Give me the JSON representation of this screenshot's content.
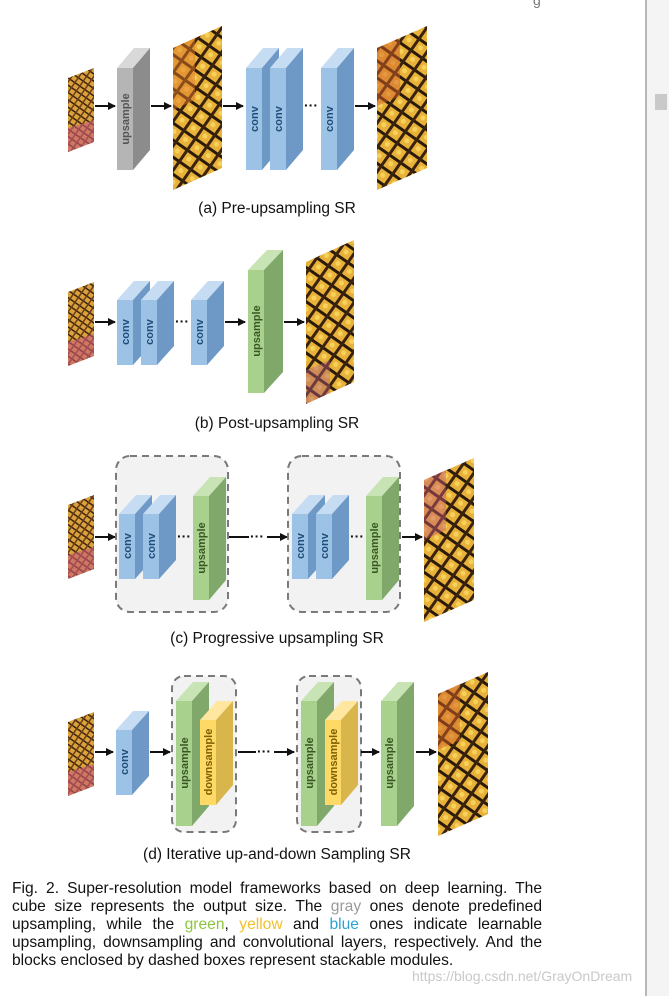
{
  "top_clip_text": "g",
  "panels": {
    "a": {
      "caption": "(a) Pre-upsampling SR"
    },
    "b": {
      "caption": "(b) Post-upsampling SR"
    },
    "c": {
      "caption": "(c) Progressive upsampling SR"
    },
    "d": {
      "caption": "(d) Iterative up-and-down Sampling SR"
    }
  },
  "labels": {
    "conv": "conv",
    "upsample": "upsample",
    "downsample": "downsample",
    "ellipsis": "···"
  },
  "figure_caption": {
    "part1": "Fig. 2.  Super-resolution model frameworks based on deep learning. The cube size represents the output size. The ",
    "gray": "gray",
    "part2": " ones denote predefined upsampling, while the ",
    "green": "green",
    "part3": ", ",
    "yellow": "yellow",
    "part4": " and ",
    "blue": "blue",
    "part5": " ones indicate learnable upsampling, downsampling and convolutional layers, respectively. And the blocks enclosed by dashed boxes represent stackable modules."
  },
  "watermark": "https://blog.csdn.net/GrayOnDream",
  "colors": {
    "gray_front": "#b5b5b5",
    "gray_side": "#8c8c8c",
    "gray_top": "#d9d9d9",
    "blue_front": "#9cc2e5",
    "blue_side": "#6e99c6",
    "blue_top": "#c6dcf2",
    "green_front": "#a9d18e",
    "green_side": "#7fa86a",
    "green_top": "#c8e3b4",
    "yellow_front": "#ffd966",
    "yellow_side": "#d9b64b",
    "yellow_top": "#ffe7a0",
    "caption_gray": "#9a9a9a",
    "caption_green": "#8cc63f",
    "caption_yellow": "#f2c12e",
    "caption_blue": "#29a3d6"
  }
}
